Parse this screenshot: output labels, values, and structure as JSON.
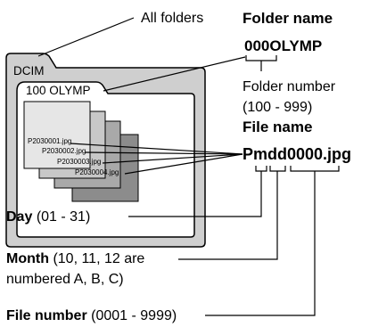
{
  "labels": {
    "all_folders": "All folders",
    "folder_name_heading": "Folder name",
    "folder_name_example": "000OLYMP",
    "folder_number_line1": "Folder number",
    "folder_number_line2": "(100 - 999)",
    "file_name_heading": "File name",
    "file_name_example": "Pmdd0000.jpg"
  },
  "folders": {
    "outer": "DCIM",
    "inner": "100 OLYMP"
  },
  "files": [
    "P2030001.jpg",
    "P2030002.jpg",
    "P2030003.jpg",
    "P2030004.jpg"
  ],
  "legend": {
    "day_term": "Day",
    "day_range": "(01 - 31)",
    "month_term": "Month",
    "month_note_line1": "(10, 11, 12 are",
    "month_note_line2": "numbered A, B, C)",
    "file_number_term": "File number",
    "file_number_range": "(0001 - 9999)"
  },
  "colors": {
    "folder_fill": "#cfcfcf",
    "file_card_1": "#e6e6e6",
    "file_card_2": "#c8c8c8",
    "file_card_3": "#a9a9a9",
    "file_card_4": "#8c8c8c"
  }
}
